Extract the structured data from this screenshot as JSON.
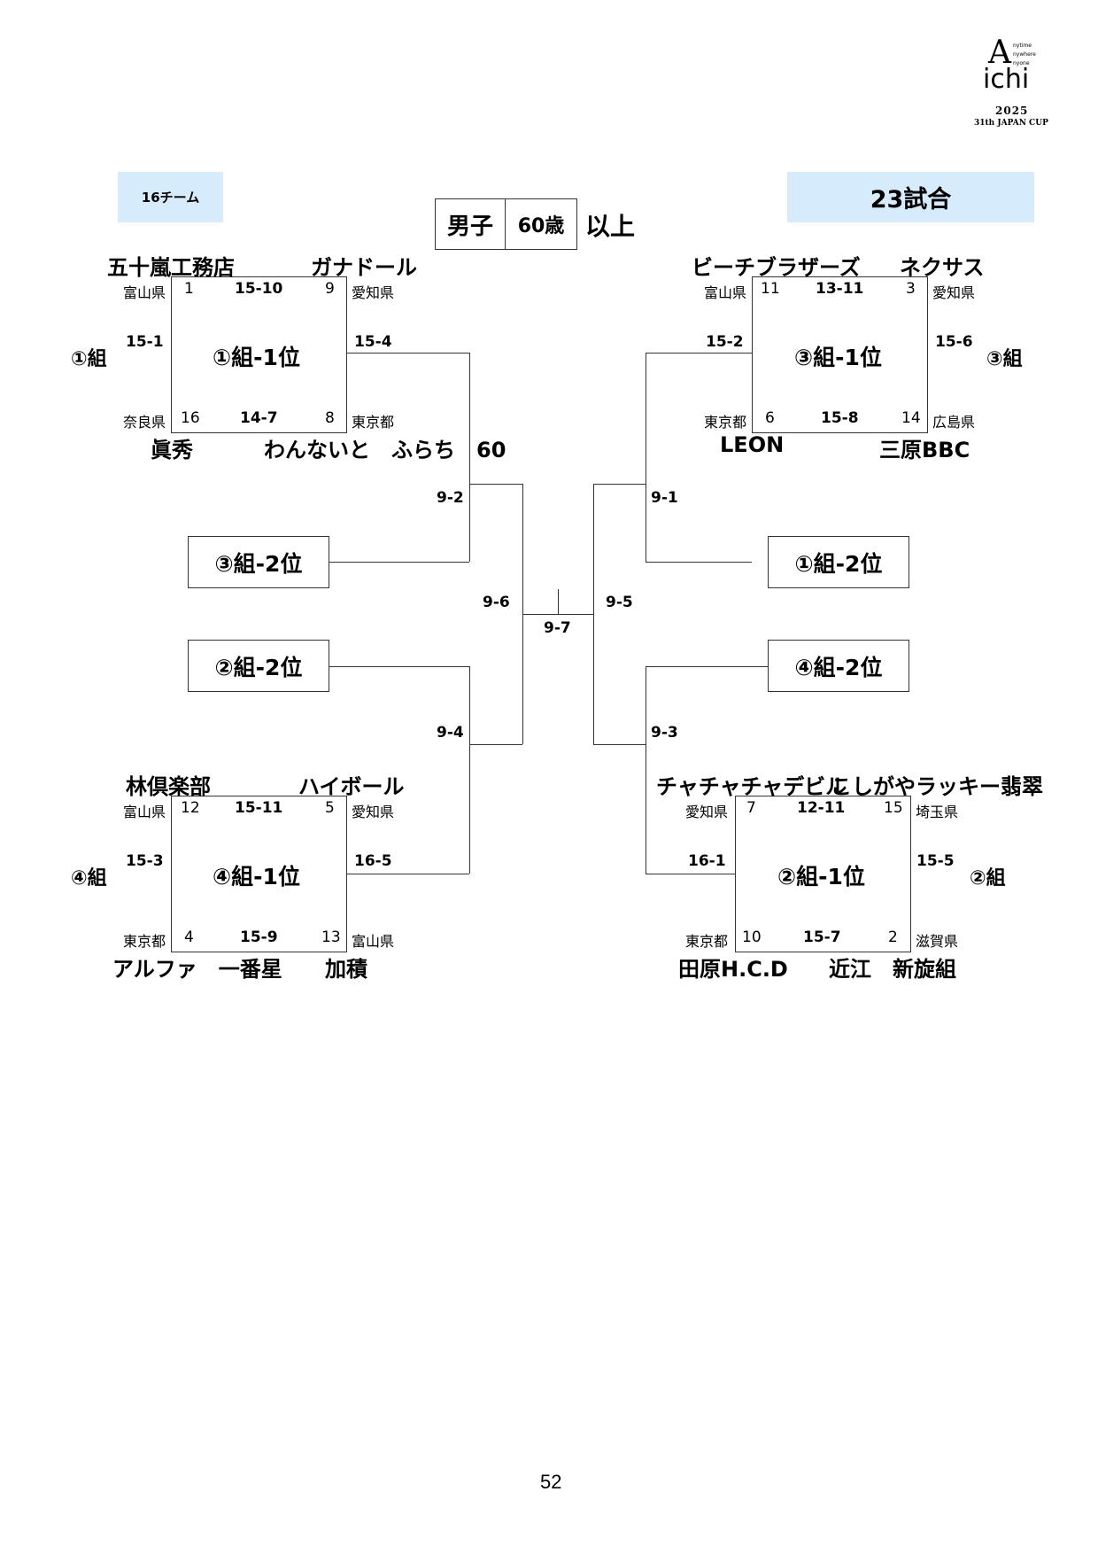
{
  "logo": {
    "letter_a": "A",
    "word_ichi": "ichi",
    "taglines": [
      "nytime",
      "nywhere",
      "nyone"
    ],
    "year": "2025",
    "cup": "31th JAPAN CUP"
  },
  "header": {
    "teams_badge": "16チーム",
    "games_badge": "23試合",
    "gender": "男子",
    "age": "60歳",
    "age_suffix": "以上",
    "badge_color": "#d6ebfb"
  },
  "blocks": {
    "g1": {
      "group_label": "①組",
      "center": "①組-1位",
      "tl": {
        "name": "五十嵐工務店",
        "pref": "富山県",
        "seed": "1"
      },
      "tr": {
        "name": "ガナドール",
        "pref": "愛知県",
        "seed": "9"
      },
      "bl": {
        "name": "眞秀",
        "pref": "奈良県",
        "seed": "16"
      },
      "br": {
        "name": "わんないと　ふらち　60",
        "pref": "東京都",
        "seed": "8"
      },
      "top_score": "15-10",
      "bottom_score": "14-7",
      "left_score": "15-1",
      "right_score": "15-4"
    },
    "g3": {
      "group_label": "③組",
      "center": "③組-1位",
      "tl": {
        "name": "ビーチブラザーズ",
        "pref": "富山県",
        "seed": "11"
      },
      "tr": {
        "name": "ネクサス",
        "pref": "愛知県",
        "seed": "3"
      },
      "bl": {
        "name": "LEON",
        "pref": "東京都",
        "seed": "6"
      },
      "br": {
        "name": "三原BBC",
        "pref": "広島県",
        "seed": "14"
      },
      "top_score": "13-11",
      "bottom_score": "15-8",
      "left_score": "15-2",
      "right_score": "15-6"
    },
    "g4": {
      "group_label": "④組",
      "center": "④組-1位",
      "tl": {
        "name": "林倶楽部",
        "pref": "富山県",
        "seed": "12"
      },
      "tr": {
        "name": "ハイボール",
        "pref": "愛知県",
        "seed": "5"
      },
      "bl": {
        "name": "アルファ　一番星",
        "pref": "東京都",
        "seed": "4"
      },
      "br": {
        "name": "加積",
        "pref": "富山県",
        "seed": "13"
      },
      "top_score": "15-11",
      "bottom_score": "15-9",
      "left_score": "15-3",
      "right_score": "16-5"
    },
    "g2": {
      "group_label": "②組",
      "center": "②組-1位",
      "tl": {
        "name": "チャチャチャデビル",
        "pref": "愛知県",
        "seed": "7"
      },
      "tr": {
        "name": "こしがやラッキー翡翠",
        "pref": "埼玉県",
        "seed": "15"
      },
      "bl": {
        "name": "田原H.C.D",
        "pref": "東京都",
        "seed": "10"
      },
      "br": {
        "name": "近江　新旋組",
        "pref": "滋賀県",
        "seed": "2"
      },
      "top_score": "12-11",
      "bottom_score": "15-7",
      "left_score": "16-1",
      "right_score": "15-5"
    }
  },
  "placeholders": {
    "p3_2": "③組-2位",
    "p2_2": "②組-2位",
    "p1_2": "①組-2位",
    "p4_2": "④組-2位"
  },
  "matches": {
    "m1": "9-1",
    "m2": "9-2",
    "m3": "9-3",
    "m4": "9-4",
    "m5": "9-5",
    "m6": "9-6",
    "m7": "9-7"
  },
  "page_number": "52"
}
